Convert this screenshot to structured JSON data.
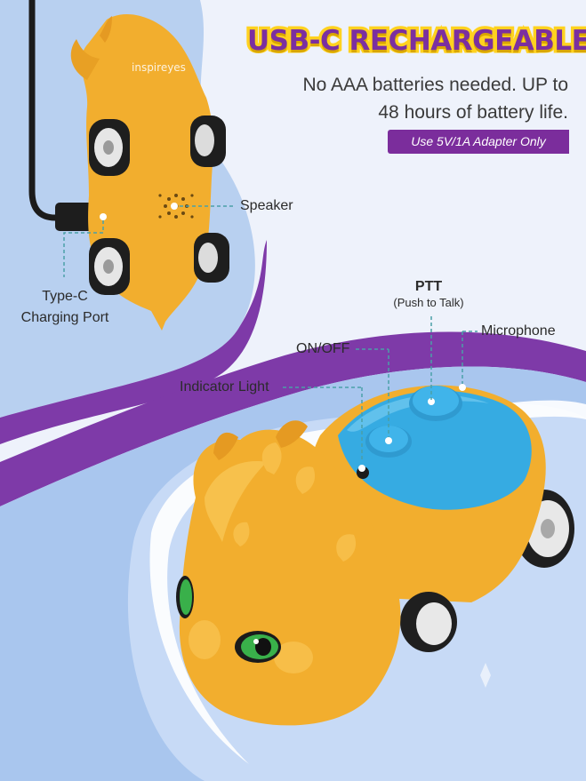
{
  "headline": "USB-C RECHARGEABLE",
  "subtext": {
    "line1": "No AAA batteries needed. UP to",
    "line2": "48 hours of battery life."
  },
  "badge": "Use 5V/1A Adapter Only",
  "brand_mark": "inspireyes",
  "labels": {
    "speaker": "Speaker",
    "type_c_line1": "Type-C",
    "type_c_line2": "Charging Port",
    "ptt_title": "PTT",
    "ptt_sub": "(Push to Talk)",
    "on_off": "ON/OFF",
    "microphone": "Microphone",
    "indicator_light": "Indicator Light"
  },
  "colors": {
    "headline_fill": "#7b2fa0",
    "headline_outline": "#ffd21f",
    "badge_bg": "#7b2d9c",
    "toy_body": "#f2ae2e",
    "toy_top": "#35a9e0",
    "wave_purple": "#7e3aa8",
    "bg_blue": "#a9c6ee"
  }
}
